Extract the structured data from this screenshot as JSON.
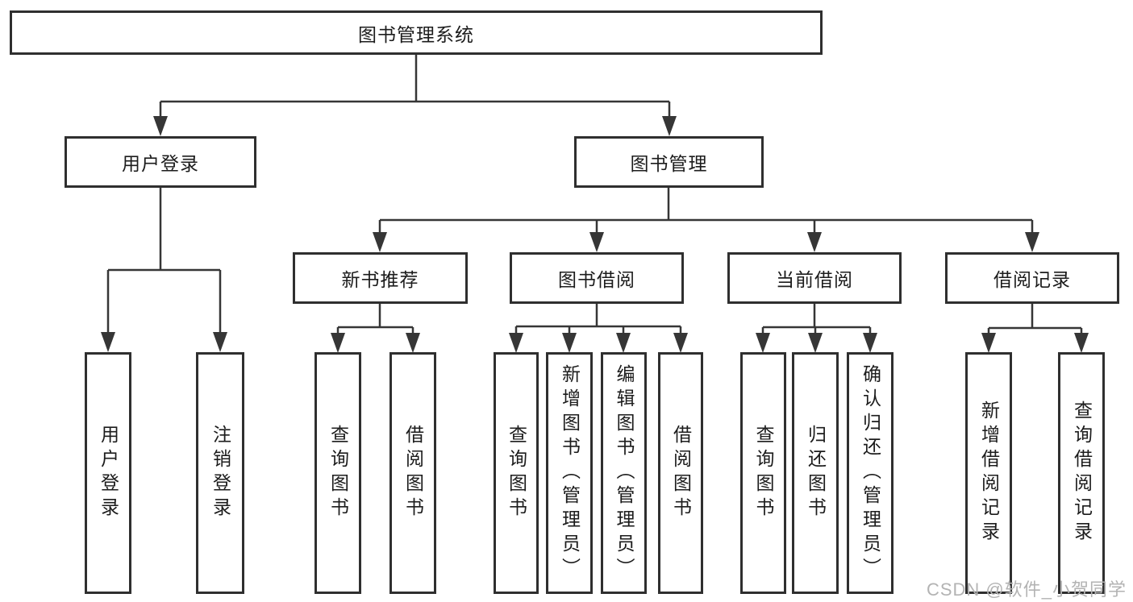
{
  "diagram": {
    "type": "tree",
    "root": {
      "label": "图书管理系统"
    },
    "branches": [
      {
        "label": "用户登录",
        "children": [
          {
            "label": "用户登录"
          },
          {
            "label": "注销登录"
          }
        ]
      },
      {
        "label": "图书管理",
        "children": [
          {
            "label": "新书推荐",
            "children": [
              {
                "label": "查询图书"
              },
              {
                "label": "借阅图书"
              }
            ]
          },
          {
            "label": "图书借阅",
            "children": [
              {
                "label": "查询图书"
              },
              {
                "label": "新增图书（管理员）"
              },
              {
                "label": "编辑图书（管理员）"
              },
              {
                "label": "借阅图书"
              }
            ]
          },
          {
            "label": "当前借阅",
            "children": [
              {
                "label": "查询图书"
              },
              {
                "label": "归还图书"
              },
              {
                "label": "确认归还（管理员）"
              }
            ]
          },
          {
            "label": "借阅记录",
            "children": [
              {
                "label": "新增借阅记录"
              },
              {
                "label": "查询借阅记录"
              }
            ]
          }
        ]
      }
    ],
    "watermark": "CSDN @软件_小贺同学",
    "colors": {
      "line": "#363636",
      "box_border": "#2f2f2f",
      "text": "#1c1c1c",
      "watermark": "#b3b3b3",
      "background": "#ffffff"
    }
  }
}
